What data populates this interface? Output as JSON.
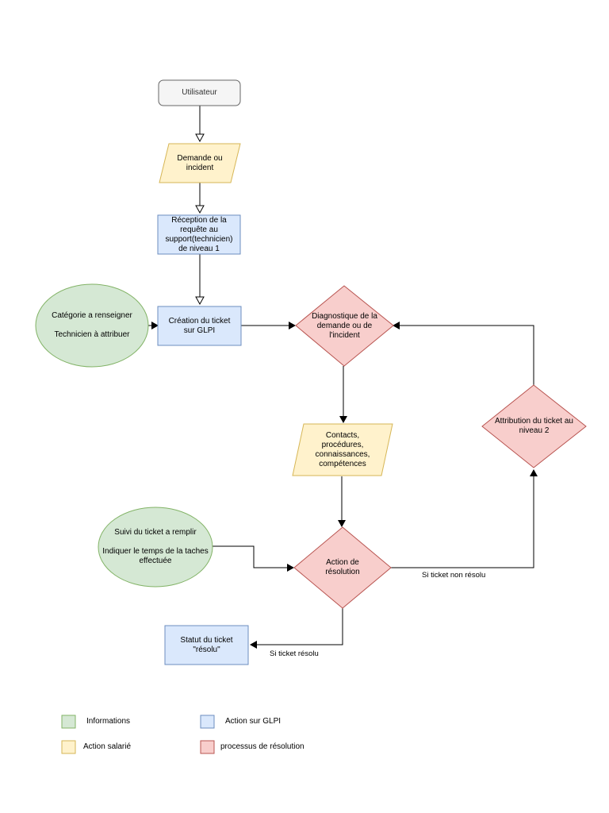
{
  "nodes": {
    "utilisateur": {
      "lines": [
        "Utilisateur"
      ]
    },
    "demande": {
      "lines": [
        "Demande ou",
        "incident"
      ]
    },
    "reception": {
      "lines": [
        "Réception de la",
        "requête au",
        "support(technicien)",
        "de niveau 1"
      ]
    },
    "creation": {
      "lines": [
        "Création du ticket",
        "sur GLPI"
      ]
    },
    "info_categorie": {
      "lines": [
        "Catégorie a renseigner",
        "",
        "Technicien à attribuer"
      ]
    },
    "diagnostique": {
      "lines": [
        "Diagnostique de la",
        "demande ou de",
        "l'incident"
      ]
    },
    "contacts": {
      "lines": [
        "Contacts,",
        "procédures,",
        "connaissances,",
        "compétences"
      ]
    },
    "attribution": {
      "lines": [
        "Attribution du  ticket au",
        "niveau 2"
      ]
    },
    "info_suivi": {
      "lines": [
        "Suivi du ticket a remplir",
        "",
        "Indiquer le temps de la taches",
        "effectuée"
      ]
    },
    "action_resolution": {
      "lines": [
        "Action de",
        "résolution"
      ]
    },
    "statut": {
      "lines": [
        "Statut du ticket",
        "\"résolu\""
      ]
    }
  },
  "edges": {
    "non_resolu": "Si ticket non résolu",
    "resolu": "Si ticket résolu"
  },
  "legend": {
    "informations": "Informations",
    "action_glpi": "Action sur GLPI",
    "action_salarie": "Action salarié",
    "processus": "processus  de résolution"
  },
  "colors": {
    "green_fill": "#d5e8d4",
    "green_stroke": "#82b366",
    "blue_fill": "#dae8fc",
    "blue_stroke": "#6c8ebf",
    "yellow_fill": "#fff2cc",
    "yellow_stroke": "#d6b656",
    "red_fill": "#f8cecc",
    "red_stroke": "#b85450",
    "gray_fill": "#f5f5f5",
    "gray_stroke": "#666666",
    "edge": "#000000"
  }
}
